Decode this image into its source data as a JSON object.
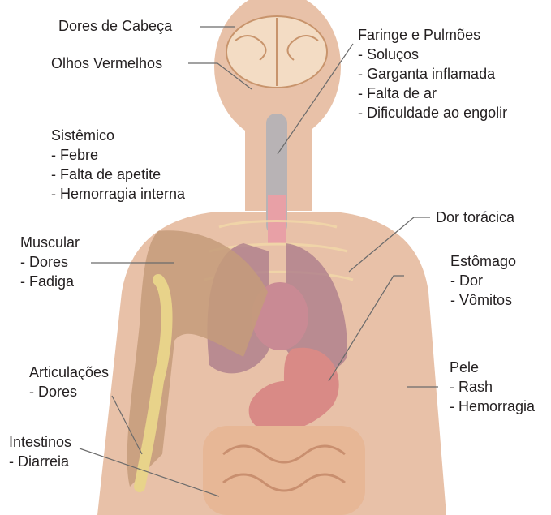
{
  "colors": {
    "skin": "#e8c1a8",
    "line": "#6b6b6b",
    "text": "#231f20",
    "lung": "#a9788a",
    "stomach": "#d98a86",
    "muscle": "#c49b7a",
    "bone": "#e8d38a"
  },
  "labels": {
    "headache": {
      "title": "Dores de Cabeça",
      "items": []
    },
    "eyes": {
      "title": "Olhos Vermelhos",
      "items": []
    },
    "pharynx": {
      "title": "Faringe e Pulmões",
      "items": [
        "- Soluços",
        "- Garganta inflamada",
        "- Falta de ar",
        "- Dificuldade ao engolir"
      ]
    },
    "systemic": {
      "title": "Sistêmico",
      "items": [
        "- Febre",
        "- Falta de apetite",
        "- Hemorragia interna"
      ]
    },
    "chest": {
      "title": "Dor torácica",
      "items": []
    },
    "muscular": {
      "title": "Muscular",
      "items": [
        "- Dores",
        "- Fadiga"
      ]
    },
    "stomach": {
      "title": "Estômago",
      "items": [
        "- Dor",
        "- Vômitos"
      ]
    },
    "joints": {
      "title": "Articulações",
      "items": [
        "- Dores"
      ]
    },
    "skin": {
      "title": "Pele",
      "items": [
        "- Rash",
        "- Hemorragia"
      ]
    },
    "intestines": {
      "title": "Intestinos",
      "items": [
        "- Diarreia"
      ]
    }
  }
}
